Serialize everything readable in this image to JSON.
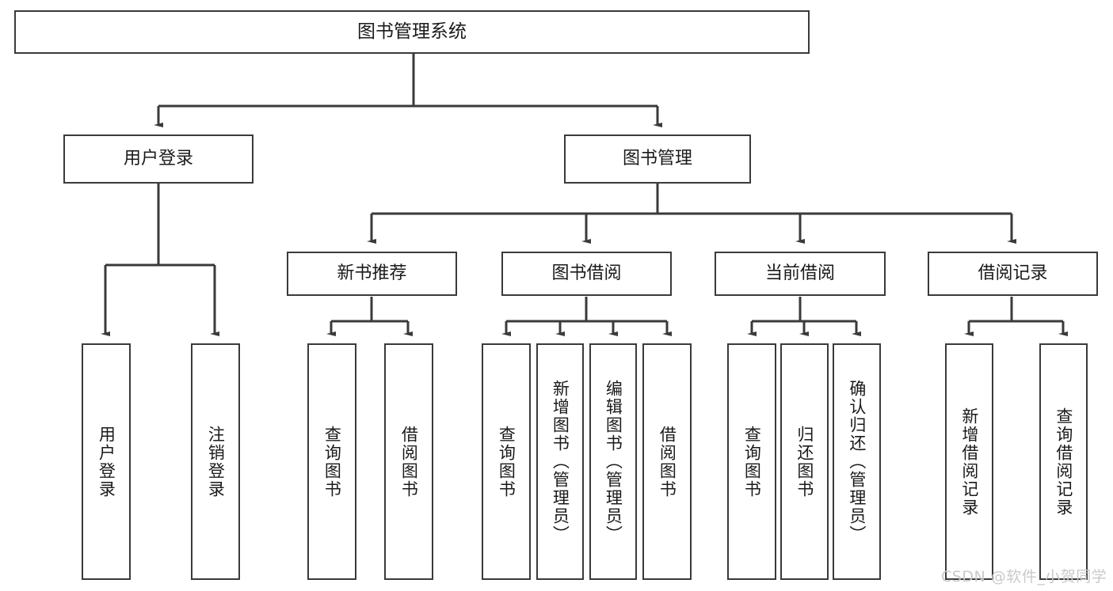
{
  "diagram": {
    "title": "图书管理系统",
    "type": "tree",
    "colors": {
      "stroke": "#3a3a3a",
      "fill": "#ffffff",
      "text": "#1a1a1a",
      "watermark": "#c9c9c9"
    },
    "root": {
      "label": "图书管理系统"
    },
    "level2": [
      {
        "label": "用户登录"
      },
      {
        "label": "图书管理"
      }
    ],
    "level3": [
      {
        "label": "新书推荐"
      },
      {
        "label": "图书借阅"
      },
      {
        "label": "当前借阅"
      },
      {
        "label": "借阅记录"
      }
    ],
    "leaves": {
      "user_login": [
        {
          "label": "用户登录"
        },
        {
          "label": "注销登录"
        }
      ],
      "new_book_recommend": [
        {
          "label": "查询图书"
        },
        {
          "label": "借阅图书"
        }
      ],
      "book_borrow": [
        {
          "label": "查询图书"
        },
        {
          "label": "新增图书（管理员）"
        },
        {
          "label": "编辑图书（管理员）"
        },
        {
          "label": "借阅图书"
        }
      ],
      "current_borrow": [
        {
          "label": "查询图书"
        },
        {
          "label": "归还图书"
        },
        {
          "label": "确认归还（管理员）"
        }
      ],
      "borrow_record": [
        {
          "label": "新增借阅记录"
        },
        {
          "label": "查询借阅记录"
        }
      ]
    },
    "watermark": "CSDN @软件_小贺同学"
  }
}
